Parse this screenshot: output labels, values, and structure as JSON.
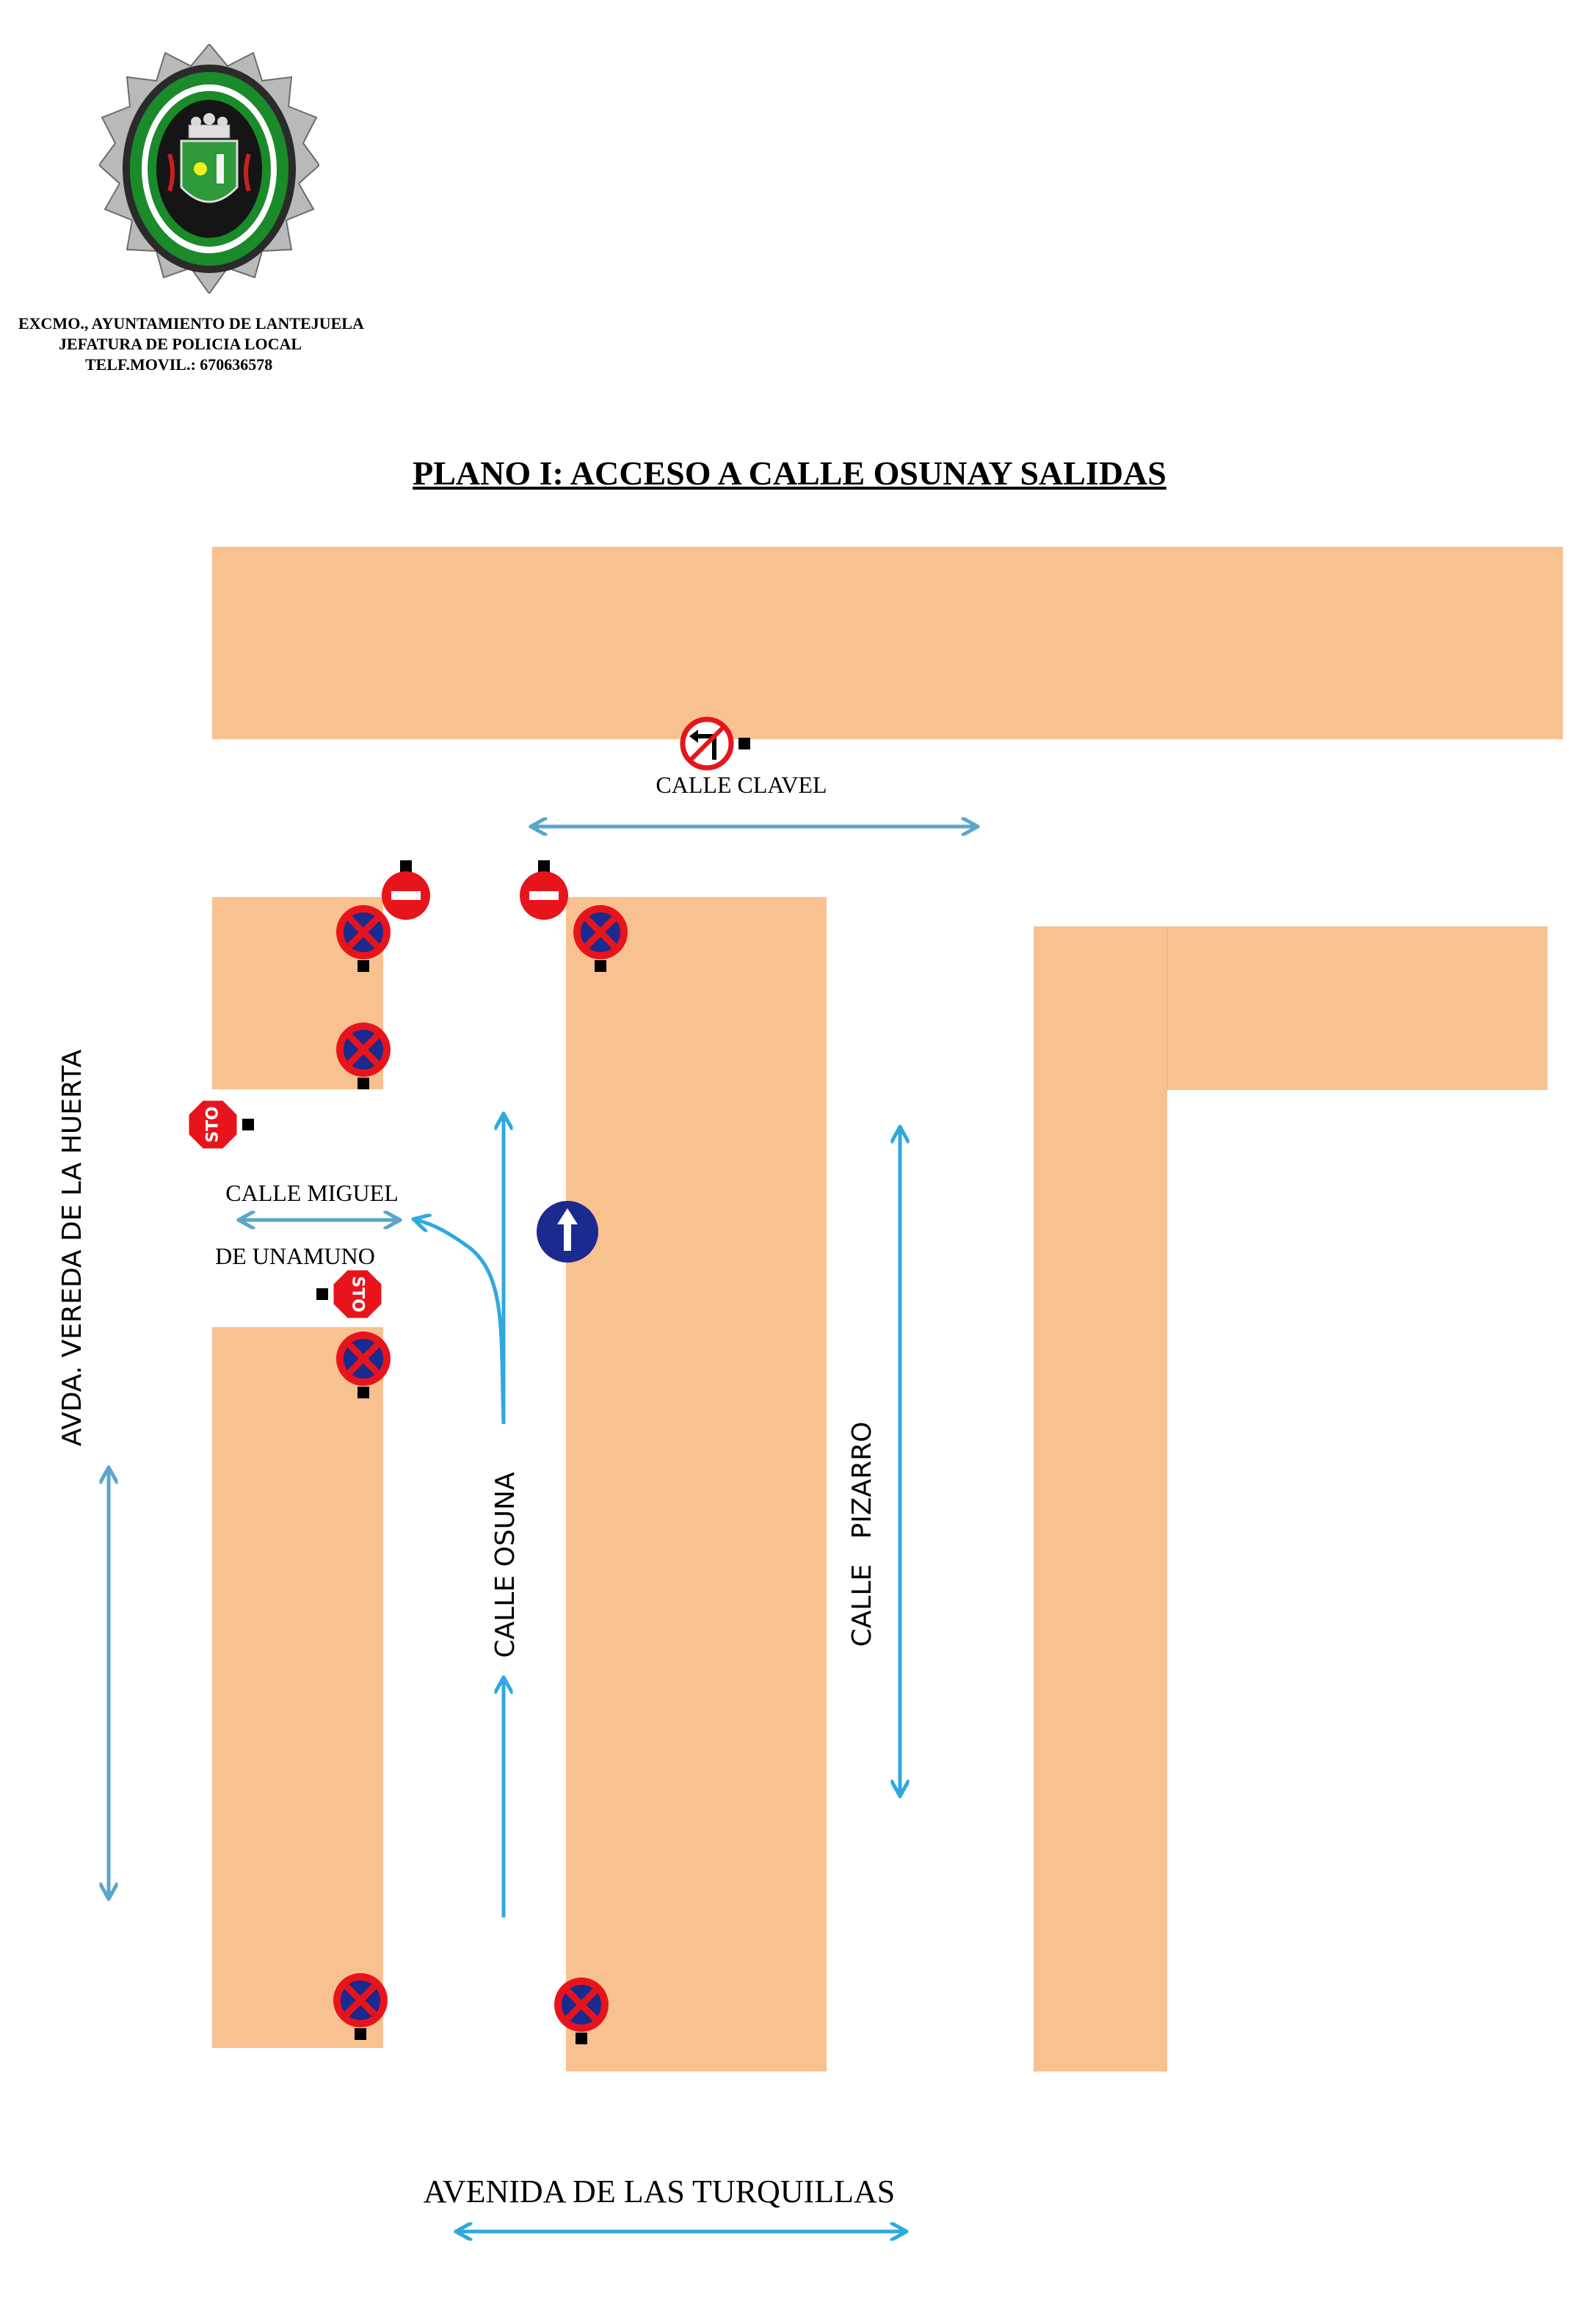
{
  "header": {
    "line1": "EXCMO., AYUNTAMIENTO DE LANTEJUELA",
    "line2": "JEFATURA DE POLICIA LOCAL",
    "line3": "TELF.MOVIL.: 670636578"
  },
  "title": "PLANO I: ACCESO A CALLE OSUNAY SALIDAS",
  "streets": {
    "calle_clavel": "CALLE CLAVEL",
    "calle_miguel_1": "CALLE MIGUEL",
    "calle_miguel_2": "DE UNAMUNO",
    "avda_vereda": "AVDA. VEREDA DE LA HUERTA",
    "calle_osuna": "CALLE OSUNA",
    "calle_pizarro": "CALLE   PIZARRO",
    "avenida_turquillas": "AVENIDA DE LAS TURQUILLAS"
  },
  "signs": {
    "stop_text": "STO"
  },
  "colors": {
    "block": "#f8c190",
    "arrow_dark": "#5aa6c9",
    "arrow_light": "#2fa8de",
    "sign_red": "#e8141c",
    "sign_blue": "#1a2a8e",
    "logo_green": "#1a8a2a"
  }
}
